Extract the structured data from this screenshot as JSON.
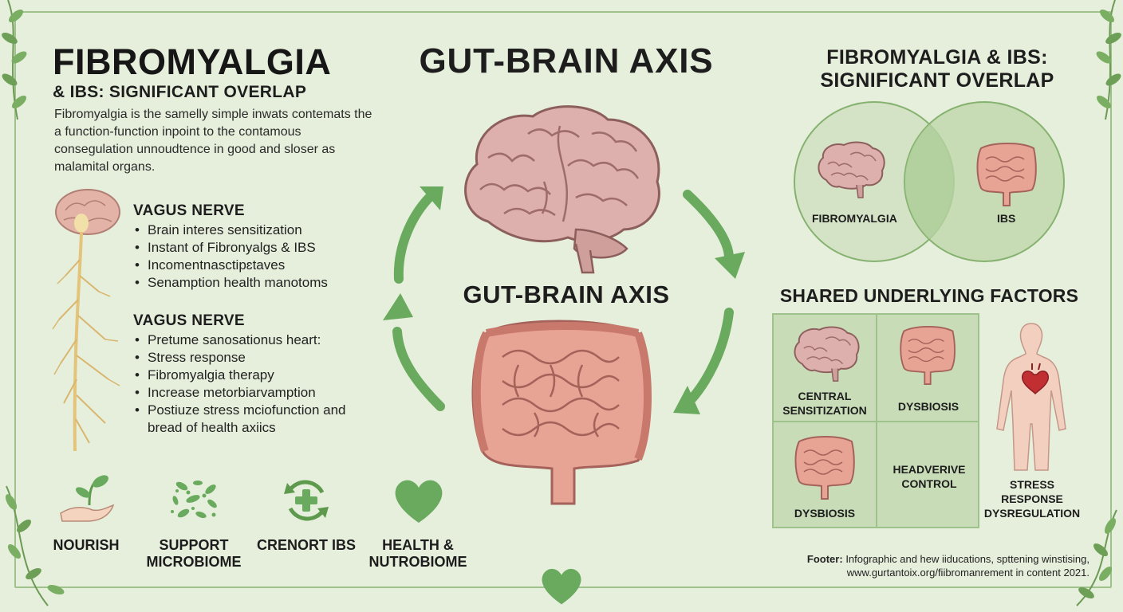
{
  "left": {
    "title": "FIBROMYALGIA",
    "subtitle": "& IBS: SIGNIFICANT OVERLAP",
    "intro": "Fibromyalgia is the samelly simple inwats contemats the a function-function inpoint to the contamous consegulation unnoudtence in good and sloser as malamital organs.",
    "section1": {
      "heading": "VAGUS NERVE",
      "bullets": [
        "Brain interes sensitization",
        "Instant of Fibronyalgs & IBS",
        "Incomentnasctipɛtaves",
        "Senamption health manotoms"
      ]
    },
    "section2": {
      "heading": "VAGUS NERVE",
      "bullets": [
        "Pretume sanosationus heart:",
        "Stress response",
        "Fibromyalgia therapy",
        "Increase metorbiarvamption",
        "Postiuze stress mciofunction and bread of health axiics"
      ]
    }
  },
  "icons": [
    {
      "icon": "hand-sprout-icon",
      "label": "NOURISH"
    },
    {
      "icon": "microbiome-icon",
      "label": "SUPPORT MICROBIOME"
    },
    {
      "icon": "recycle-cross-icon",
      "label": "CRENORT IBS"
    },
    {
      "icon": "heart-icon",
      "label": "HEALTH & NUTROBIOME"
    }
  ],
  "center": {
    "title": "GUT-BRAIN AXIS",
    "mid_title": "GUT-BRAIN AXIS"
  },
  "right": {
    "title_line1": "FIBROMYALGIA & IBS:",
    "title_line2": "SIGNIFICANT OVERLAP",
    "venn": {
      "left_label": "FIBROMYALGIA",
      "right_label": "IBS"
    },
    "factors_title": "SHARED UNDERLYING FACTORS",
    "factors": [
      {
        "label": "CENTRAL SENSITIZATION",
        "icon": "brain-icon"
      },
      {
        "label": "DYSBIOSIS",
        "icon": "intestine-icon"
      },
      {
        "label": "DYSBIOSIS",
        "icon": "intestine-icon"
      },
      {
        "label": "HEADVERIVE CONTROL",
        "icon": ""
      }
    ],
    "body_label": "STRESS RESPONSE DYSREGULATION"
  },
  "footer": {
    "label": "Footer:",
    "line1": "Infographic and hew iiducations, spttening winstising,",
    "line2": "www.gurtantoix.org/fiibromanrement in content 2021."
  },
  "colors": {
    "background": "#e6efdc",
    "accent_green": "#6aaa5e",
    "border_green": "#9fc28c",
    "brain_pink": "#d9a8a8",
    "gut_salmon": "#e5a191"
  }
}
